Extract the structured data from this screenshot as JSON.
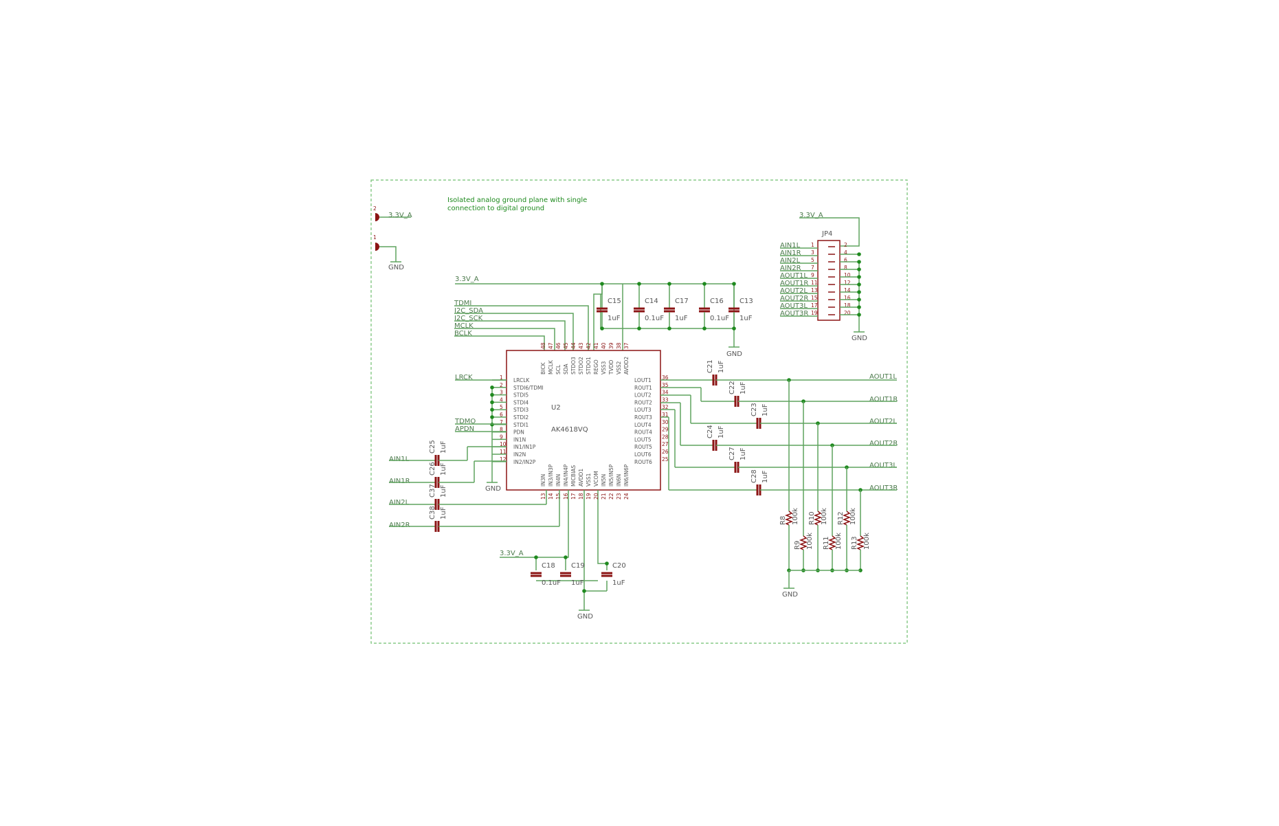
{
  "note": {
    "line1": "Isolated analog ground plane with single",
    "line2": "connection to digital ground"
  },
  "supply_header": {
    "pin2": "2",
    "pin1": "1",
    "net_3v3": "3.3V_A",
    "gnd": "GND"
  },
  "gnd_label": "GND",
  "net_3v3": "3.3V_A",
  "jp4": {
    "ref": "JP4",
    "rows": [
      {
        "net": "AIN1L",
        "left": "1",
        "right": "2"
      },
      {
        "net": "AIN1R",
        "left": "3",
        "right": "4"
      },
      {
        "net": "AIN2L",
        "left": "5",
        "right": "6"
      },
      {
        "net": "AIN2R",
        "left": "7",
        "right": "8"
      },
      {
        "net": "AOUT1L",
        "left": "9",
        "right": "10"
      },
      {
        "net": "AOUT1R",
        "left": "11",
        "right": "12"
      },
      {
        "net": "AOUT2L",
        "left": "13",
        "right": "14"
      },
      {
        "net": "AOUT2R",
        "left": "15",
        "right": "16"
      },
      {
        "net": "AOUT3L",
        "left": "17",
        "right": "18"
      },
      {
        "net": "AOUT3R",
        "left": "19",
        "right": "20"
      }
    ]
  },
  "u2": {
    "ref": "U2",
    "part": "AK4618VQ",
    "top_pins": [
      {
        "num": "48",
        "name": "BICK"
      },
      {
        "num": "47",
        "name": "MCLK"
      },
      {
        "num": "46",
        "name": "SCL"
      },
      {
        "num": "45",
        "name": "SDA"
      },
      {
        "num": "44",
        "name": "STDO3"
      },
      {
        "num": "43",
        "name": "STDO2"
      },
      {
        "num": "42",
        "name": "STDO1"
      },
      {
        "num": "41",
        "name": "REGO"
      },
      {
        "num": "40",
        "name": "VSS3"
      },
      {
        "num": "39",
        "name": "TVDD"
      },
      {
        "num": "38",
        "name": "VSS2"
      },
      {
        "num": "37",
        "name": "AVDD2"
      }
    ],
    "left_pins": [
      {
        "num": "1",
        "name": "LRCLK"
      },
      {
        "num": "2",
        "name": "STDI6/TDMI"
      },
      {
        "num": "3",
        "name": "STDI5"
      },
      {
        "num": "4",
        "name": "STDI4"
      },
      {
        "num": "5",
        "name": "STDI3"
      },
      {
        "num": "6",
        "name": "STDI2"
      },
      {
        "num": "7",
        "name": "STDI1"
      },
      {
        "num": "8",
        "name": "PDN"
      },
      {
        "num": "9",
        "name": "IN1N"
      },
      {
        "num": "10",
        "name": "IN1/IN1P"
      },
      {
        "num": "11",
        "name": "IN2N"
      },
      {
        "num": "12",
        "name": "IN2/IN2P"
      }
    ],
    "right_pins": [
      {
        "num": "36",
        "name": "LOUT1"
      },
      {
        "num": "35",
        "name": "ROUT1"
      },
      {
        "num": "34",
        "name": "LOUT2"
      },
      {
        "num": "33",
        "name": "ROUT2"
      },
      {
        "num": "32",
        "name": "LOUT3"
      },
      {
        "num": "31",
        "name": "ROUT3"
      },
      {
        "num": "30",
        "name": "LOUT4"
      },
      {
        "num": "29",
        "name": "ROUT4"
      },
      {
        "num": "28",
        "name": "LOUT5"
      },
      {
        "num": "27",
        "name": "ROUT5"
      },
      {
        "num": "26",
        "name": "LOUT6"
      },
      {
        "num": "25",
        "name": "ROUT6"
      }
    ],
    "bottom_pins": [
      {
        "num": "13",
        "name": "IN3N"
      },
      {
        "num": "14",
        "name": "IN3/IN3P"
      },
      {
        "num": "15",
        "name": "IN4N"
      },
      {
        "num": "16",
        "name": "IN4/IN4P"
      },
      {
        "num": "17",
        "name": "MICBIAS"
      },
      {
        "num": "18",
        "name": "AVDD1"
      },
      {
        "num": "19",
        "name": "VSS1"
      },
      {
        "num": "20",
        "name": "VCOM"
      },
      {
        "num": "21",
        "name": "IN5N"
      },
      {
        "num": "22",
        "name": "IN5/IN5P"
      },
      {
        "num": "23",
        "name": "IN6N"
      },
      {
        "num": "24",
        "name": "IN6/IN6P"
      }
    ]
  },
  "nets": {
    "tdmi": "TDMI",
    "i2c_sda": "I2C_SDA",
    "i2c_sck": "I2C_SCK",
    "mclk": "MCLK",
    "bclk": "BCLK",
    "lrck": "LRCK",
    "tdmo": "TDMO",
    "apdn": "APDN",
    "ain1l": "AIN1L",
    "ain1r": "AIN1R",
    "ain2l": "AIN2L",
    "ain2r": "AIN2R",
    "aout1l": "AOUT1L",
    "aout1r": "AOUT1R",
    "aout2l": "AOUT2L",
    "aout2r": "AOUT2R",
    "aout3l": "AOUT3L",
    "aout3r": "AOUT3R"
  },
  "caps": {
    "c15": {
      "ref": "C15",
      "value": "1uF"
    },
    "c14": {
      "ref": "C14",
      "value": "0.1uF"
    },
    "c17": {
      "ref": "C17",
      "value": "1uF"
    },
    "c16": {
      "ref": "C16",
      "value": "0.1uF"
    },
    "c13": {
      "ref": "C13",
      "value": "1uF"
    },
    "c21": {
      "ref": "C21",
      "value": "1uF"
    },
    "c22": {
      "ref": "C22",
      "value": "1uF"
    },
    "c23": {
      "ref": "C23",
      "value": "1uF"
    },
    "c24": {
      "ref": "C24",
      "value": "1uF"
    },
    "c27": {
      "ref": "C27",
      "value": "1uF"
    },
    "c28": {
      "ref": "C28",
      "value": "1uF"
    },
    "c25": {
      "ref": "C25",
      "value": "1uF"
    },
    "c26": {
      "ref": "C26",
      "value": "1uF"
    },
    "c37": {
      "ref": "C37",
      "value": "1uF"
    },
    "c38": {
      "ref": "C38",
      "value": "1uF"
    },
    "c18": {
      "ref": "C18",
      "value": "0.1uF"
    },
    "c19": {
      "ref": "C19",
      "value": "1uF"
    },
    "c20": {
      "ref": "C20",
      "value": "1uF"
    }
  },
  "resistors": {
    "r8": {
      "ref": "R8",
      "value": "100k"
    },
    "r9": {
      "ref": "R9",
      "value": "100k"
    },
    "r10": {
      "ref": "R10",
      "value": "100k"
    },
    "r11": {
      "ref": "R11",
      "value": "100k"
    },
    "r12": {
      "ref": "R12",
      "value": "100k"
    },
    "r13": {
      "ref": "R13",
      "value": "100k"
    }
  }
}
